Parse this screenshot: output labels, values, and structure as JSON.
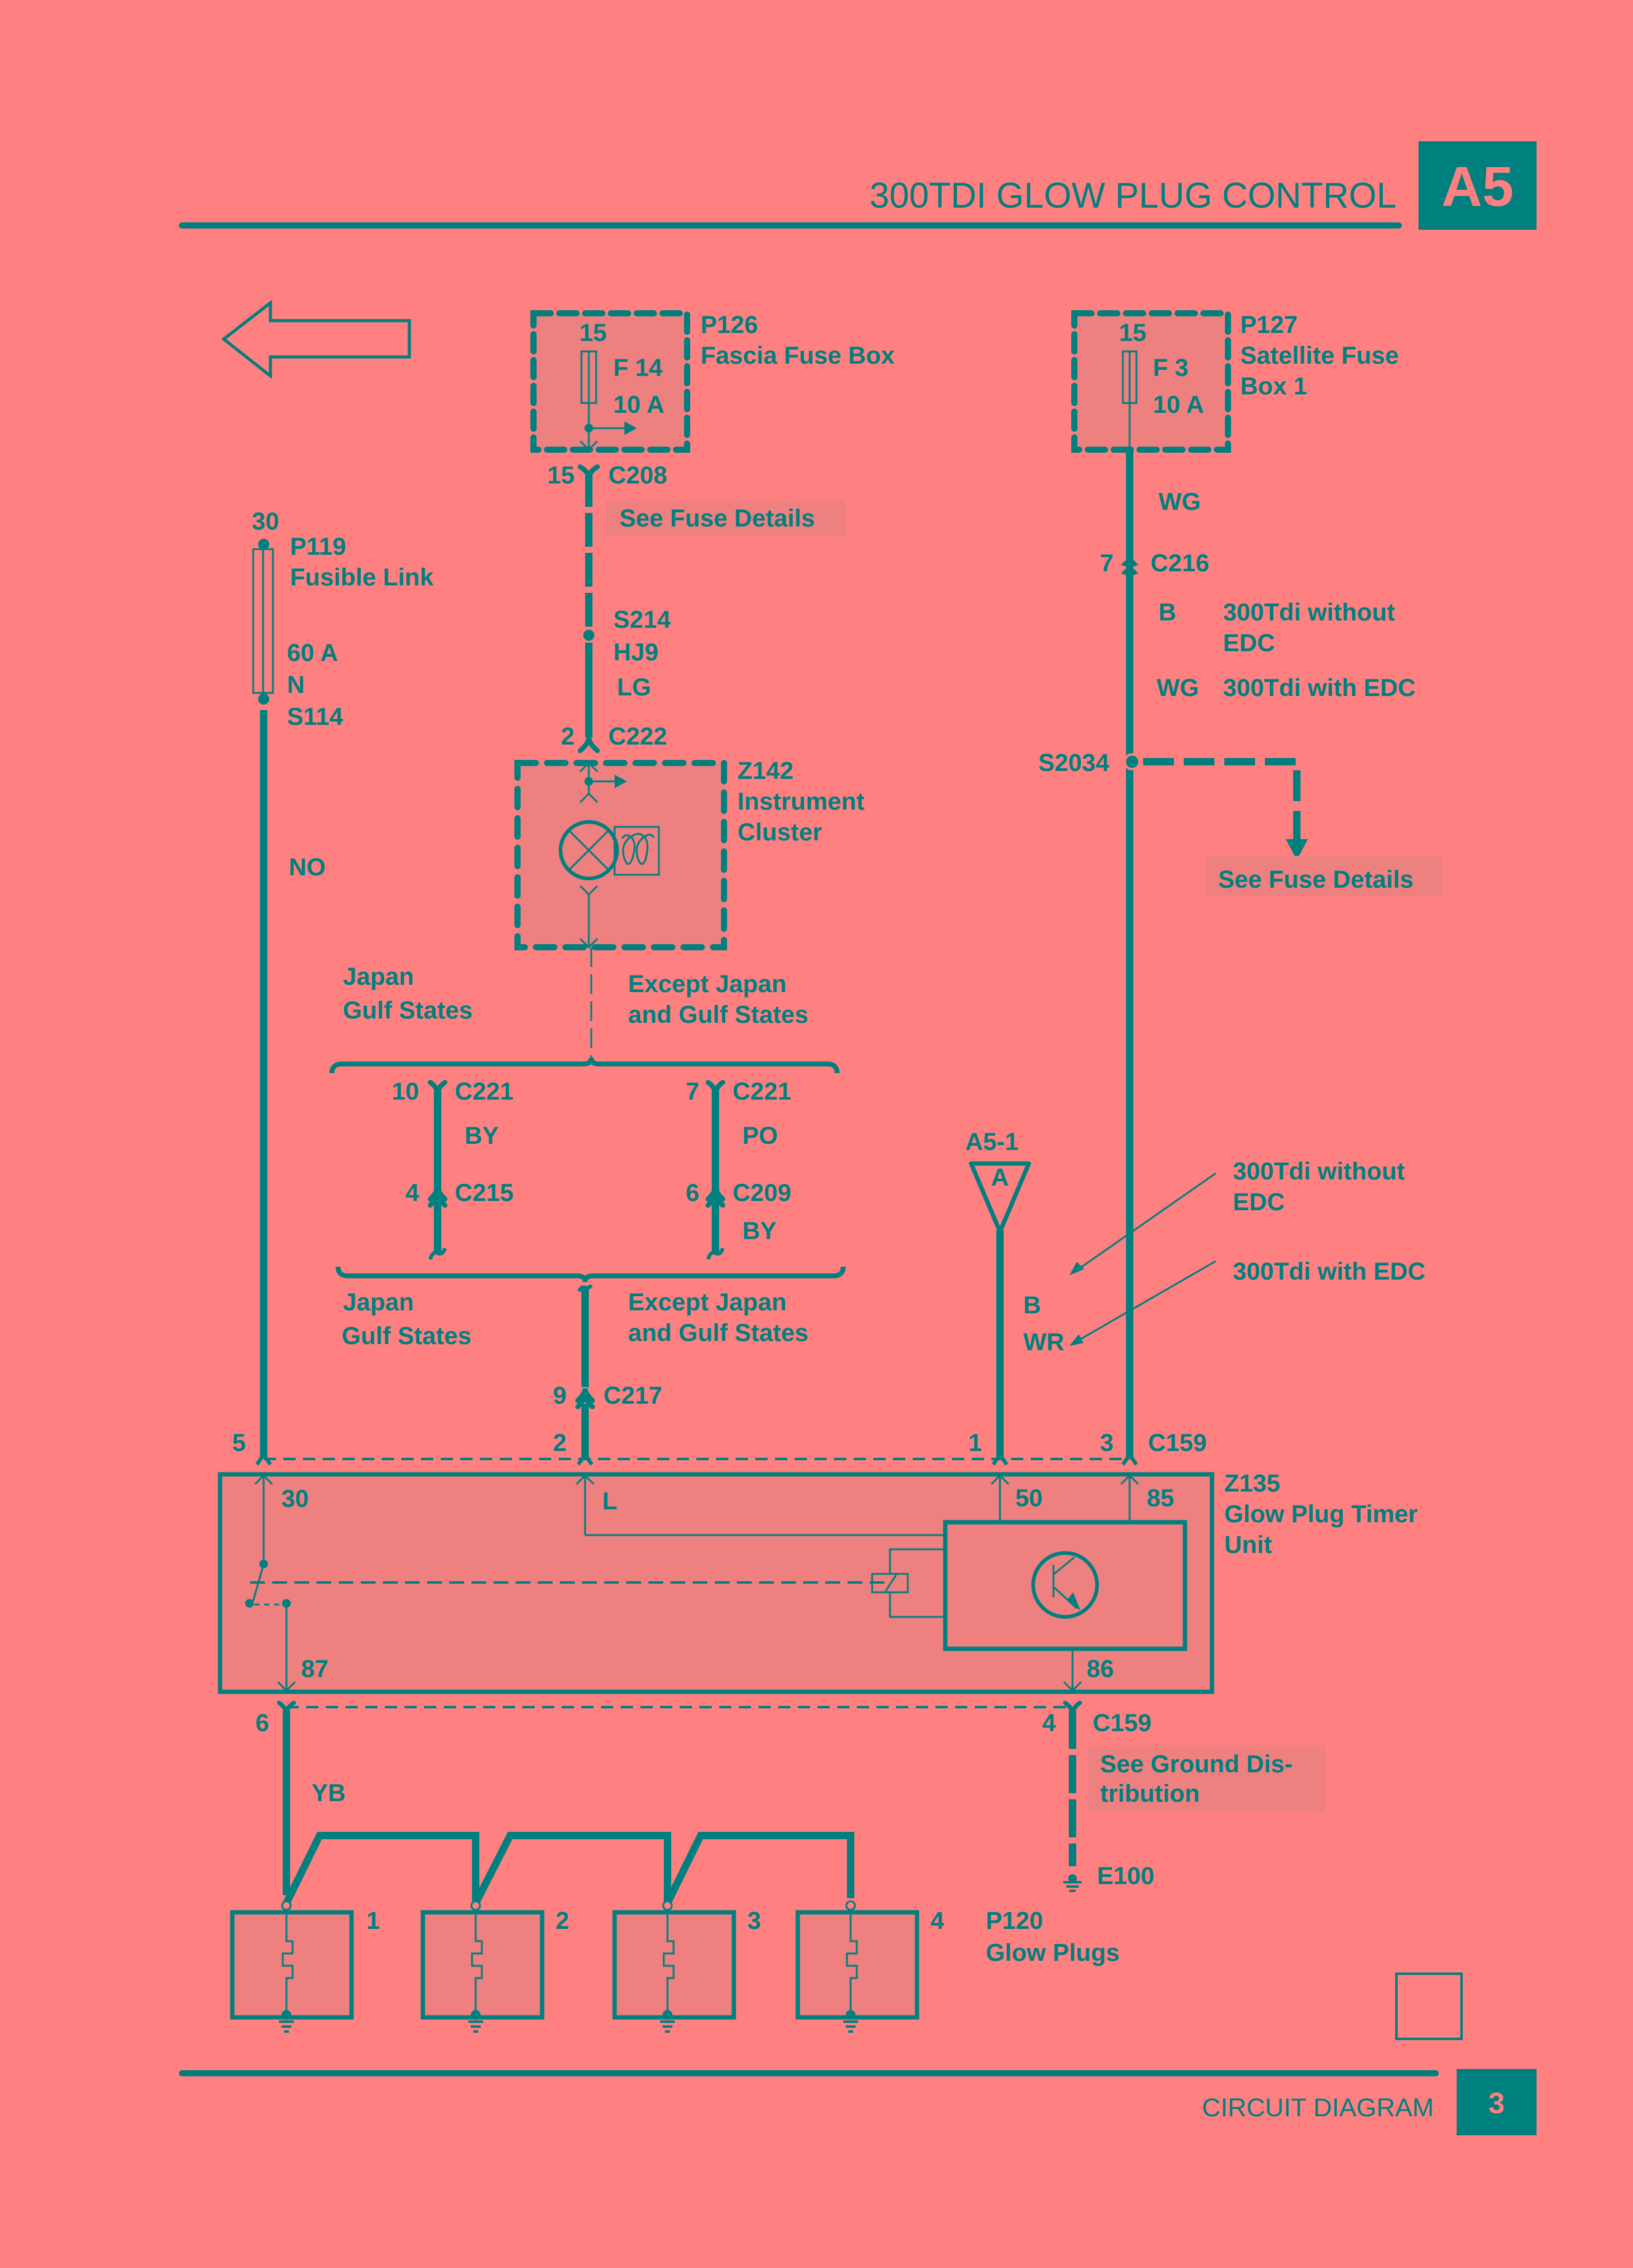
{
  "header": {
    "title": "300TDI GLOW PLUG CONTROL",
    "section_badge": "A5"
  },
  "footer": {
    "label": "CIRCUIT DIAGRAM",
    "page_number": "3"
  },
  "colors": {
    "background": "#ff8080",
    "ink": "#007f7f",
    "component_fill": "#ee8080"
  },
  "components": {
    "p126": {
      "pin": "15",
      "fuse": "F 14",
      "rating": "10 A",
      "id": "P126",
      "name": "Fascia Fuse Box"
    },
    "p127": {
      "pin": "15",
      "fuse": "F 3",
      "rating": "10 A",
      "id": "P127",
      "name_line1": "Satellite Fuse",
      "name_line2": "Box 1"
    },
    "p119": {
      "pin": "30",
      "id": "P119",
      "name": "Fusible Link",
      "rating": "60 A",
      "wire": "N",
      "splice": "S114"
    },
    "z142": {
      "id": "Z142",
      "name_line1": "Instrument",
      "name_line2": "Cluster"
    },
    "z135": {
      "id": "Z135",
      "name_line1": "Glow Plug Timer",
      "name_line2": "Unit",
      "pins": {
        "p30": "30",
        "pL": "L",
        "p50": "50",
        "p85": "85",
        "p87": "87",
        "p86": "86"
      }
    },
    "p120": {
      "id": "P120",
      "name": "Glow Plugs",
      "plugs": [
        "1",
        "2",
        "3",
        "4"
      ]
    },
    "e100": {
      "id": "E100"
    }
  },
  "connectors": {
    "c208": {
      "pin": "15",
      "id": "C208"
    },
    "c222": {
      "pin": "2",
      "id": "C222"
    },
    "c216": {
      "pin": "7",
      "id": "C216"
    },
    "c221_left": {
      "pin": "10",
      "id": "C221"
    },
    "c221_right": {
      "pin": "7",
      "id": "C221"
    },
    "c215": {
      "pin": "4",
      "id": "C215"
    },
    "c209": {
      "pin": "6",
      "id": "C209"
    },
    "c217": {
      "pin": "9",
      "id": "C217"
    },
    "c159_top": {
      "pins": [
        "5",
        "2",
        "1",
        "3"
      ],
      "id": "C159"
    },
    "c159_bottom": {
      "pins": [
        "6",
        "4"
      ],
      "id": "C159"
    }
  },
  "splices": {
    "s214": {
      "id": "S214",
      "sub": "HJ9"
    },
    "s2034": {
      "id": "S2034"
    }
  },
  "wires": {
    "lg": "LG",
    "no": "NO",
    "wg": "WG",
    "by_left": "BY",
    "po": "PO",
    "by_right": "BY",
    "yb": "YB",
    "b": "B",
    "wr": "WR"
  },
  "variants": {
    "b_option": {
      "code": "B",
      "line1": "300Tdi without",
      "line2": "EDC"
    },
    "wg_option": {
      "code": "WG",
      "line1": "300Tdi with EDC"
    },
    "callout_without_line1": "300Tdi without",
    "callout_without_line2": "EDC",
    "callout_with": "300Tdi with EDC",
    "japan_line1": "Japan",
    "japan_line2": "Gulf States",
    "except_line1": "Except Japan",
    "except_line2": "and Gulf States"
  },
  "references": {
    "a5_1": {
      "id": "A5-1",
      "symbol": "A"
    },
    "see_fuse_details_1": "See Fuse Details",
    "see_fuse_details_2": "See Fuse Details",
    "see_ground_line1": "See Ground Dis-",
    "see_ground_line2": "tribution"
  }
}
